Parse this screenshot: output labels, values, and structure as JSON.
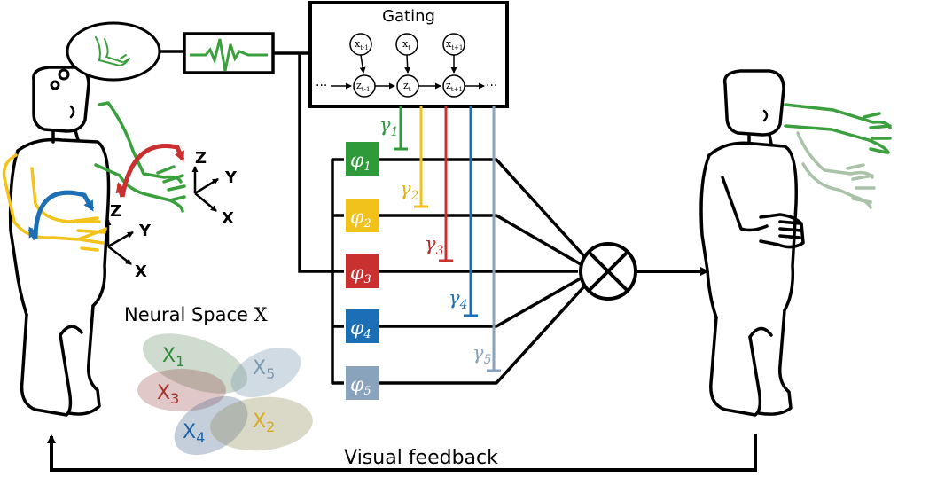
{
  "gating": {
    "title": "Gating",
    "x_prev": "x",
    "x_prev_sub": "t-1",
    "x_cur": "x",
    "x_cur_sub": "t",
    "x_next": "x",
    "x_next_sub": "t+1",
    "z_prev": "z",
    "z_prev_sub": "t-1",
    "z_cur": "z",
    "z_cur_sub": "t",
    "z_next": "z",
    "z_next_sub": "t+1",
    "dots_left": "···",
    "dots_right": "···"
  },
  "primitives": [
    {
      "symbol": "φ",
      "sub": "1",
      "color": "#2e9a3a"
    },
    {
      "symbol": "φ",
      "sub": "2",
      "color": "#f1c11c"
    },
    {
      "symbol": "φ",
      "sub": "3",
      "color": "#c8312f"
    },
    {
      "symbol": "φ",
      "sub": "4",
      "color": "#1d6fb5"
    },
    {
      "symbol": "φ",
      "sub": "5",
      "color": "#8aa3bd"
    }
  ],
  "gammas": [
    {
      "symbol": "γ",
      "sub": "1",
      "color": "#2e9a3a"
    },
    {
      "symbol": "γ",
      "sub": "2",
      "color": "#e0b21a"
    },
    {
      "symbol": "γ",
      "sub": "3",
      "color": "#b5302e"
    },
    {
      "symbol": "γ",
      "sub": "4",
      "color": "#1d6fb5"
    },
    {
      "symbol": "γ",
      "sub": "5",
      "color": "#8aa3bd"
    }
  ],
  "neural_space": {
    "title": "Neural Space ",
    "title_symbol": "X",
    "clusters": [
      {
        "label": "X",
        "sub": "1",
        "color": "#2e8a38"
      },
      {
        "label": "X",
        "sub": "5",
        "color": "#7c97b0"
      },
      {
        "label": "X",
        "sub": "3",
        "color": "#a8302c"
      },
      {
        "label": "X",
        "sub": "4",
        "color": "#1d62a8"
      },
      {
        "label": "X",
        "sub": "2",
        "color": "#d8a91a"
      }
    ]
  },
  "axes": {
    "upper": {
      "z": "Z",
      "y": "Y",
      "x": "X"
    },
    "lower": {
      "z": "Z",
      "y": "Y",
      "x": "X"
    }
  },
  "feedback_label": "Visual feedback",
  "colors": {
    "green": "#3a9f3c",
    "yellow": "#f3c31b",
    "red": "#c8312f",
    "blue": "#1d6fb5",
    "grey": "#8aa3bd",
    "ink": "#000000"
  }
}
